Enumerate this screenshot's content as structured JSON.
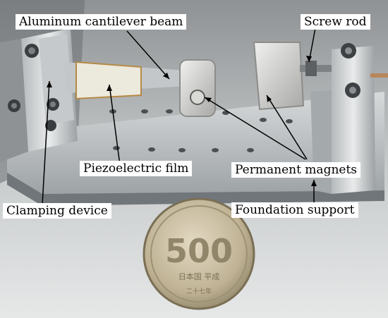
{
  "labels": {
    "beam": "Aluminum cantilever beam",
    "screw_rod": "Screw rod",
    "piezo": "Piezoelectric film",
    "magnets": "Permanent magnets",
    "clamp": "Clamping device",
    "foundation": "Foundation support"
  },
  "coin": {
    "value_text": "500",
    "kanji": "日本国 平成",
    "bottom_kanji": "二十七年"
  }
}
